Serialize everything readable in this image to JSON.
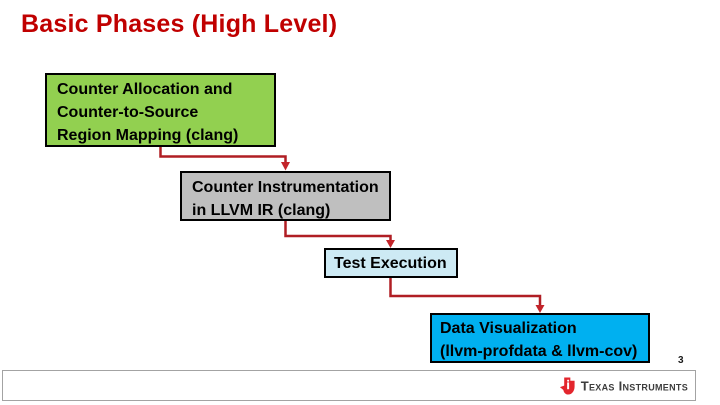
{
  "slide": {
    "title": "Basic Phases (High Level)",
    "page_number": "3"
  },
  "diagram": {
    "boxes": [
      {
        "id": "counter-allocation",
        "lines": [
          "Counter Allocation and",
          "Counter-to-Source",
          "Region Mapping (clang)"
        ],
        "fill": "#92d050"
      },
      {
        "id": "counter-instrumentation",
        "lines": [
          "Counter Instrumentation",
          "in LLVM IR (clang)"
        ],
        "fill": "#bfbfbf"
      },
      {
        "id": "test-execution",
        "lines": [
          "Test Execution"
        ],
        "fill": "#cdeaf4"
      },
      {
        "id": "data-visualization",
        "lines": [
          "Data Visualization",
          "(llvm-profdata & llvm-cov)"
        ],
        "fill": "#00b0f0"
      }
    ],
    "connectors": [
      {
        "from": "counter-allocation",
        "to": "counter-instrumentation"
      },
      {
        "from": "counter-instrumentation",
        "to": "test-execution"
      },
      {
        "from": "test-execution",
        "to": "data-visualization"
      }
    ],
    "connector_color": "#b01e24"
  },
  "footer": {
    "logo_text": "Texas Instruments",
    "logo_color": "#e3262d"
  },
  "colors": {
    "title_red": "#c00000",
    "box_border": "#000000",
    "footer_border": "#a3a3a3",
    "background": "#ffffff"
  }
}
